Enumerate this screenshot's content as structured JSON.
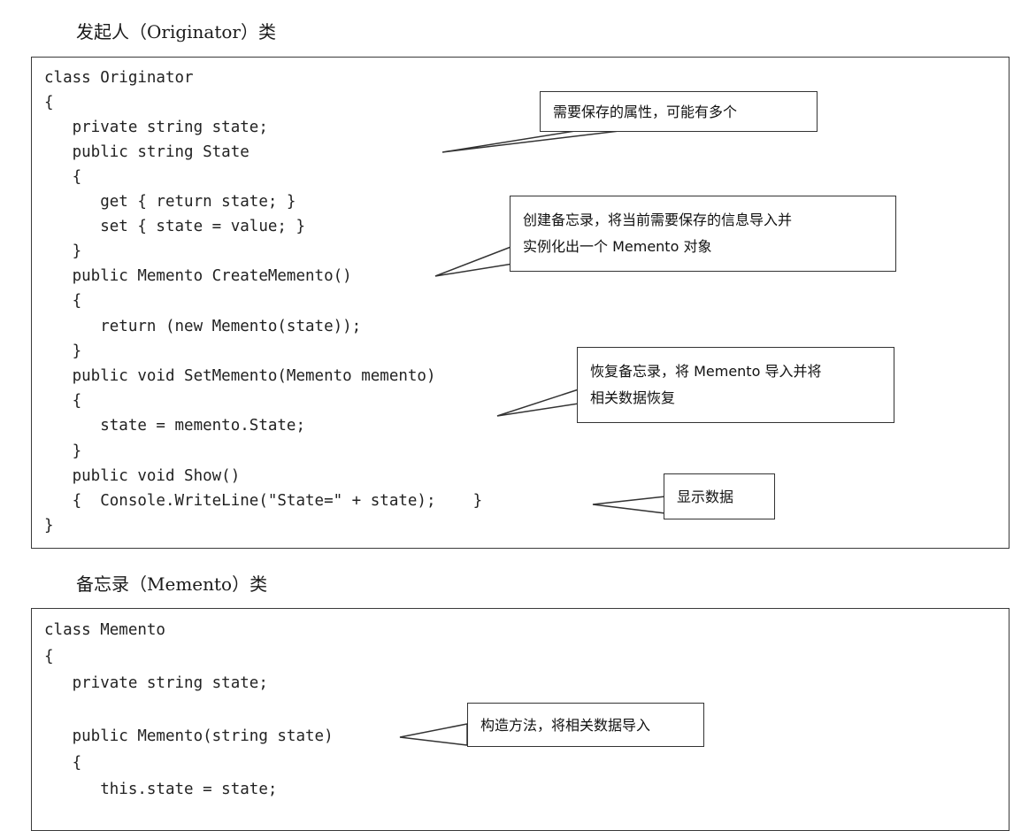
{
  "sections": {
    "originator": {
      "caption": "发起人（Originator）类",
      "lines": [
        "class Originator",
        "{",
        "   private string state;",
        "   public string State",
        "   {",
        "      get { return state; }",
        "      set { state = value; }",
        "   }",
        "   public Memento CreateMemento()",
        "   {",
        "      return (new Memento(state));",
        "   }",
        "   public void SetMemento(Memento memento)",
        "   {",
        "      state = memento.State;",
        "   }",
        "   public void Show()",
        "   {  Console.WriteLine(\"State=\" + state);    }",
        "}"
      ],
      "callouts": [
        {
          "lines": [
            "需要保存的属性，可能有多个"
          ]
        },
        {
          "lines": [
            "创建备忘录，将当前需要保存的信息导入并",
            "实例化出一个 Memento 对象"
          ]
        },
        {
          "lines": [
            "恢复备忘录，将 Memento 导入并将",
            "相关数据恢复"
          ]
        },
        {
          "lines": [
            "显示数据"
          ]
        }
      ]
    },
    "memento": {
      "caption": "备忘录（Memento）类",
      "lines": [
        "class Memento",
        "{",
        "   private string state;",
        "",
        "   public Memento(string state)",
        "   {",
        "      this.state = state;"
      ],
      "callouts": [
        {
          "lines": [
            "构造方法，将相关数据导入"
          ]
        }
      ]
    }
  }
}
